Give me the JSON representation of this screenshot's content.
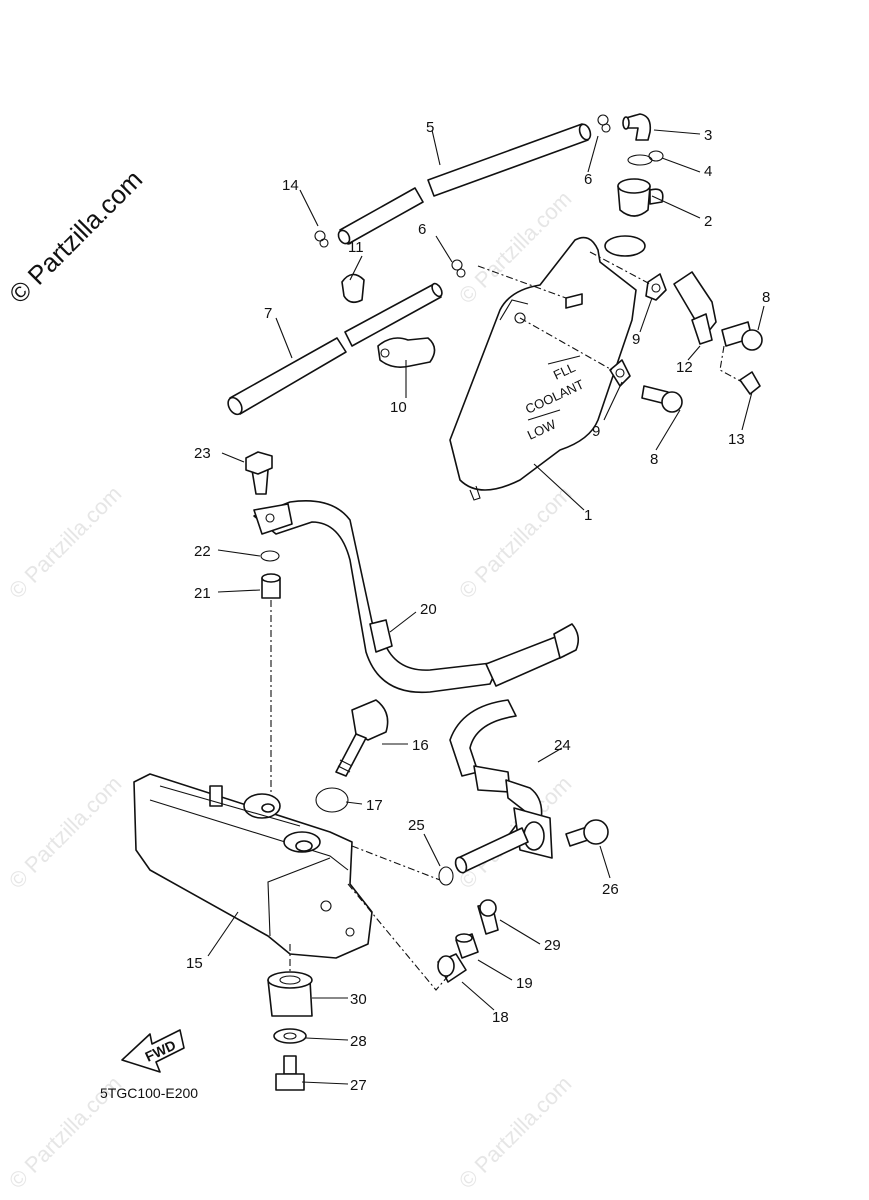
{
  "watermark": {
    "main": "© Partzilla.com",
    "faint": "© Partzilla.com"
  },
  "diagram_code": "5TGC100-E200",
  "fwd_label": "FWD",
  "tank_labels": {
    "full": "FLL",
    "coolant": "COOLANT",
    "low": "LOW"
  },
  "callouts": {
    "c1": "1",
    "c2": "2",
    "c3": "3",
    "c4": "4",
    "c5": "5",
    "c6a": "6",
    "c6b": "6",
    "c7": "7",
    "c8a": "8",
    "c8b": "8",
    "c9a": "9",
    "c9b": "9",
    "c10": "10",
    "c11": "11",
    "c12": "12",
    "c13": "13",
    "c14": "14",
    "c15": "15",
    "c16": "16",
    "c17": "17",
    "c18": "18",
    "c19": "19",
    "c20": "20",
    "c21": "21",
    "c22": "22",
    "c23": "23",
    "c24": "24",
    "c25": "25",
    "c26": "26",
    "c27": "27",
    "c28": "28",
    "c29": "29",
    "c30": "30"
  }
}
